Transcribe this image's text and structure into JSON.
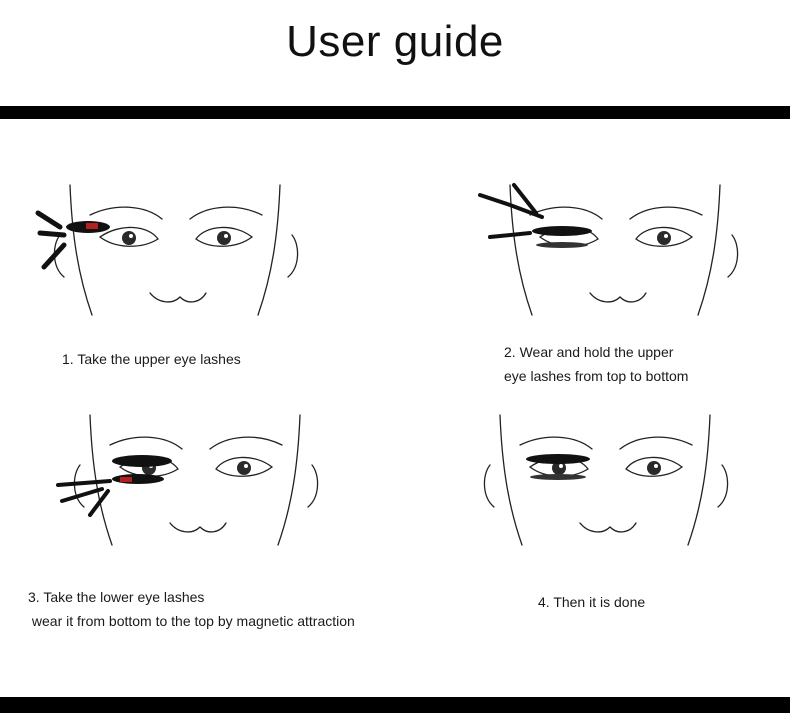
{
  "header": {
    "title": "User guide"
  },
  "steps": [
    {
      "lines": [
        "1. Take the upper eye lashes"
      ]
    },
    {
      "lines": [
        "2. Wear and hold the upper",
        "eye lashes from top to bottom"
      ]
    },
    {
      "lines": [
        "3. Take the lower eye lashes",
        " wear it from bottom to the top by magnetic attraction"
      ]
    },
    {
      "lines": [
        "4. Then it is done"
      ]
    }
  ],
  "colors": {
    "rule": "#000000",
    "text": "#1a1a1a",
    "accent": "#b32020"
  }
}
